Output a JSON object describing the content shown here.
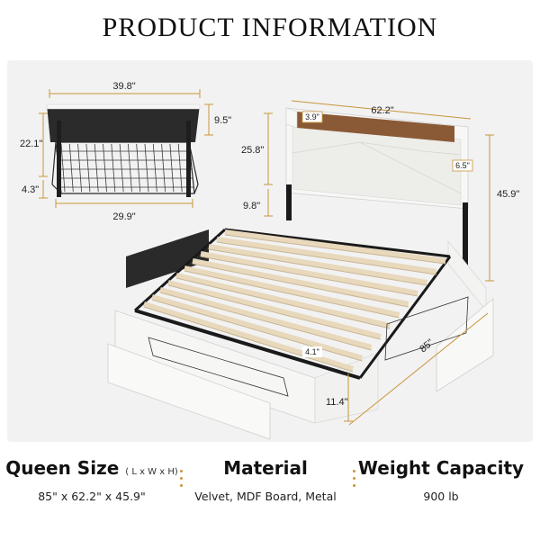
{
  "header": {
    "title": "PRODUCT INFORMATION"
  },
  "dimensions": {
    "drawer_width": "39.8\"",
    "drawer_front_height": "9.5\"",
    "drawer_depth": "22.1\"",
    "drawer_clearance": "4.3\"",
    "drawer_inner_width": "29.9\"",
    "bed_width": "62.2\"",
    "shelf_depth": "3.9\"",
    "headboard_height": "25.8\"",
    "headboard_thickness": "6.5\"",
    "total_height": "45.9\"",
    "under_bed_clearance": "9.8\"",
    "slat_gap": "4.1\"",
    "side_rail_height": "11.4\"",
    "bed_length": "85\""
  },
  "specs": [
    {
      "title": "Queen Size",
      "note": "( L x W x H)",
      "value": "85\" x 62.2\" x 45.9\""
    },
    {
      "title": "Material",
      "value": "Velvet, MDF Board, Metal"
    },
    {
      "title": "Weight Capacity",
      "value": "900 lb"
    }
  ],
  "colors": {
    "accent_gold": "#c8953a",
    "panel_bg": "#f2f2f2",
    "wood": "#8a5a36",
    "upholstery": "#f7f7f5"
  }
}
